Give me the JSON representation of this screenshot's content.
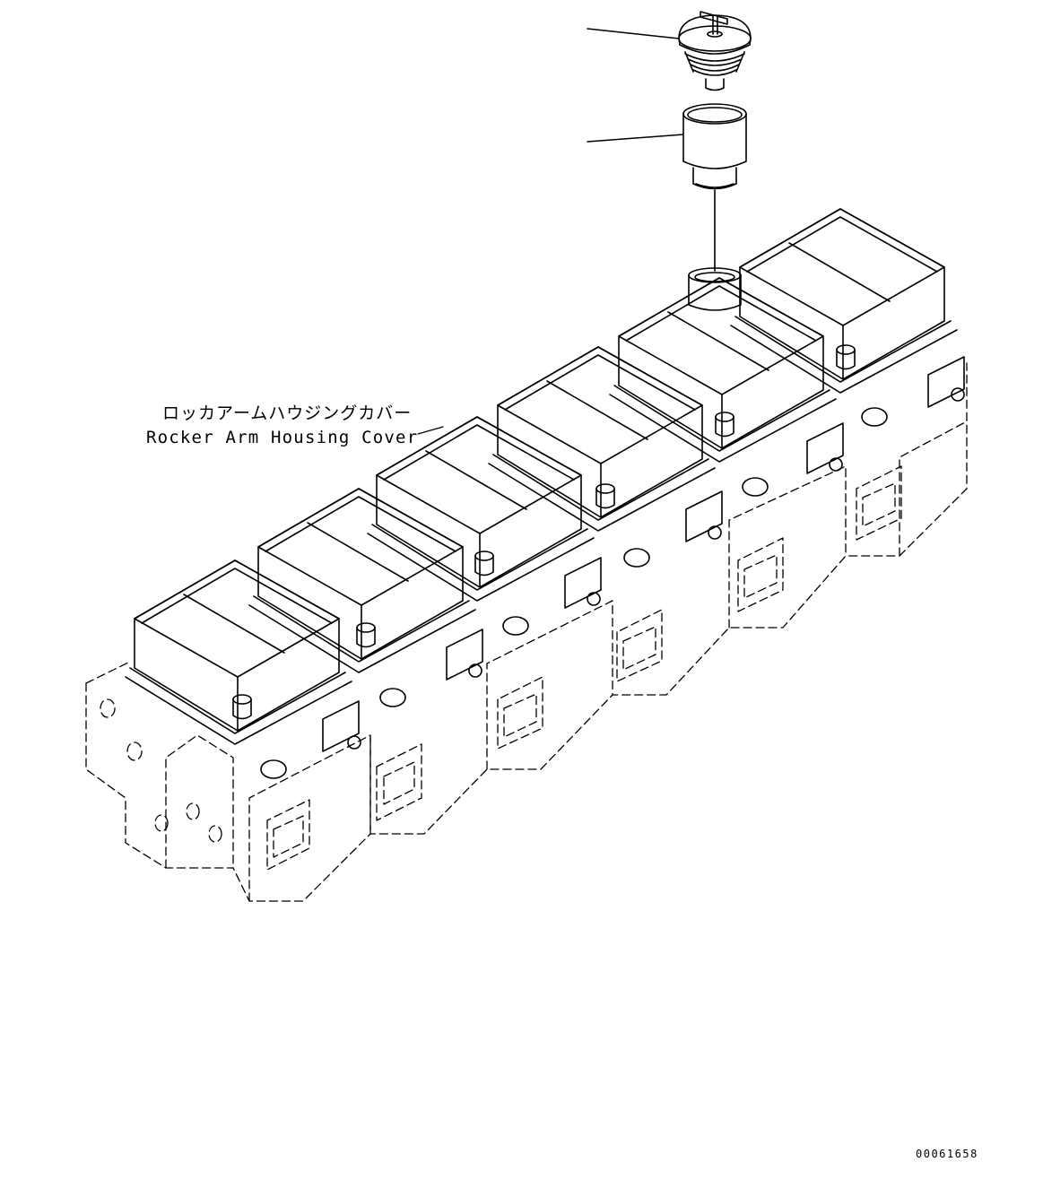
{
  "callout": {
    "label_japanese": "ロッカアームハウジングカバー",
    "label_english": "Rocker Arm Housing Cover"
  },
  "drawing_number": "00061658",
  "parts": {
    "part_1": "breather-cap-icon",
    "part_2": "filler-neck-icon",
    "assembly": "rocker-arm-housing-cover-icon"
  },
  "colors": {
    "line": "#000000",
    "background": "#ffffff"
  }
}
